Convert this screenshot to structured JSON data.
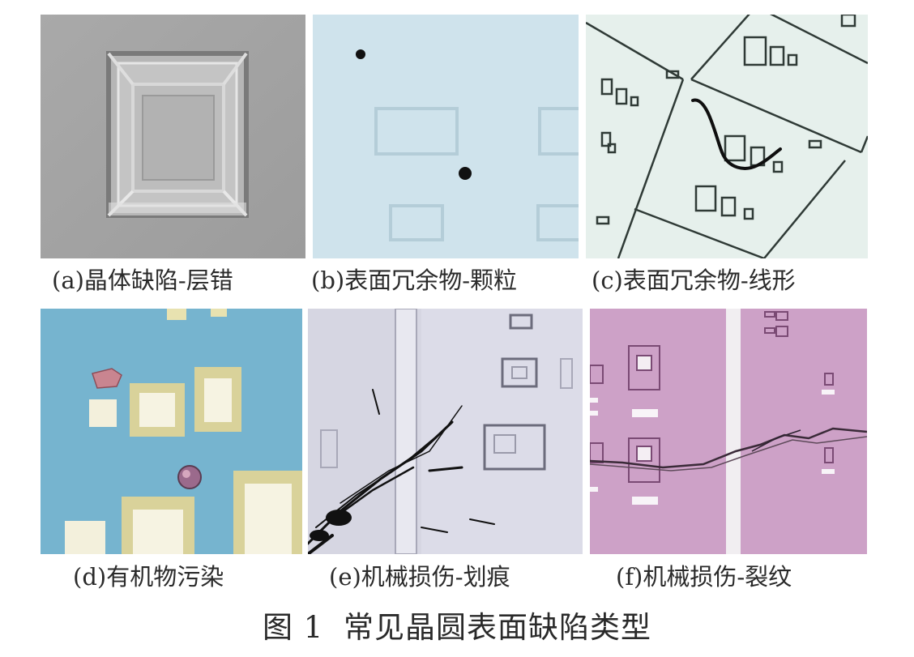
{
  "figure": {
    "number": "图 1",
    "title": "常见晶圆表面缺陷类型"
  },
  "panels": [
    {
      "id": "a",
      "caption": "(a)晶体缺陷-层错"
    },
    {
      "id": "b",
      "caption": "(b)表面冗余物-颗粒"
    },
    {
      "id": "c",
      "caption": "(c)表面冗余物-线形"
    },
    {
      "id": "d",
      "caption": "(d)有机物污染"
    },
    {
      "id": "e",
      "caption": "(e)机械损伤-划痕"
    },
    {
      "id": "f",
      "caption": "(f)机械损伤-裂纹"
    }
  ]
}
